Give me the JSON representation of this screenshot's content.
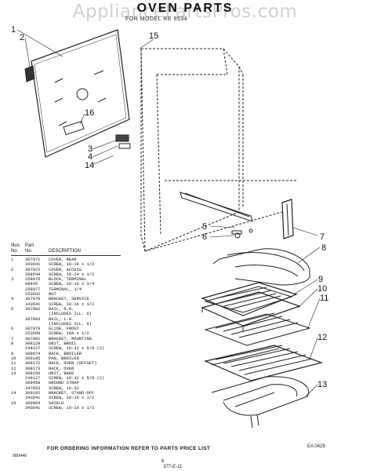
{
  "watermark": "AppliancePartsPros.com",
  "title": "OVEN PARTS",
  "subtitle": "FOR MODEL RE 9534",
  "callouts": [
    "1",
    "2",
    "16",
    "3",
    "4",
    "14",
    "15",
    "5",
    "6",
    "7",
    "8",
    "9",
    "10",
    "11",
    "12",
    "13"
  ],
  "table": {
    "headers": [
      "Illus.",
      "Part",
      "No.",
      "No.",
      "DESCRIPTION"
    ],
    "rows": [
      [
        "1",
        "307971",
        "COVER, REAR"
      ],
      [
        "",
        "343641",
        "SCREW, 10-16 x 1/2"
      ],
      [
        "2",
        "307972",
        "COVER, ACCESS"
      ],
      [
        "",
        "308544",
        "SCREW, 10-24 x 1/2"
      ],
      [
        "3",
        "258076",
        "BLOCK, TERMINAL"
      ],
      [
        "",
        "98445",
        "SCREW, 10-16 x 3/4"
      ],
      [
        "",
        "258077",
        "TERMINAL, 1/4"
      ],
      [
        "",
        "153932",
        "NUT"
      ],
      [
        "4",
        "307970",
        "BRACKET, SERVICE"
      ],
      [
        "",
        "343641",
        "SCREW, 10-16 x 1/2"
      ],
      [
        "5",
        "307982",
        "RAIL, R.H."
      ],
      [
        "",
        "",
        "(INCLUDES ILL. 6)"
      ],
      [
        "",
        "307983",
        "RAIL, L.H."
      ],
      [
        "",
        "",
        "(INCLUDES ILL. 6)"
      ],
      [
        "6",
        "307979",
        "GLIDE, FRONT"
      ],
      [
        "",
        "253569",
        "SCREW, 10A x 1/2"
      ],
      [
        "7",
        "307981",
        "BRACKET, MOUNTING"
      ],
      [
        "8",
        "308129",
        "UNIT, BROIL"
      ],
      [
        "",
        "244127",
        "SCREW, 10-32 x 5/8 (2)"
      ],
      [
        "9",
        "308674",
        "RACK, BROILER"
      ],
      [
        "10",
        "306195",
        "PAN, BROILER"
      ],
      [
        "11",
        "308172",
        "RACK, OVEN (OFFSET)"
      ],
      [
        "12",
        "308173",
        "RACK, OVEN"
      ],
      [
        "13",
        "308150",
        "UNIT, BAKE"
      ],
      [
        "",
        "244127",
        "SCREW, 10-32 x 5/8 (2)"
      ],
      [
        "",
        "308458",
        "GROUND STRAP"
      ],
      [
        "",
        "347653",
        "SCREW, 10-32"
      ],
      [
        "14",
        "309102",
        "BRACKET, STAND-OFF"
      ],
      [
        "",
        "343641",
        "SCREW, 10-16 x 1/2"
      ],
      [
        "16",
        "309064",
        "SHIELD"
      ],
      [
        "",
        "343641",
        "SCREW, 10-16 x 1/2"
      ]
    ]
  },
  "diagram_code": "EA 0429",
  "footer": "FOR ORDERING INFORMATION REFER TO PARTS PRICE LIST",
  "page_code": "980446",
  "page_number": "6",
  "handwritten": "377-E-11"
}
